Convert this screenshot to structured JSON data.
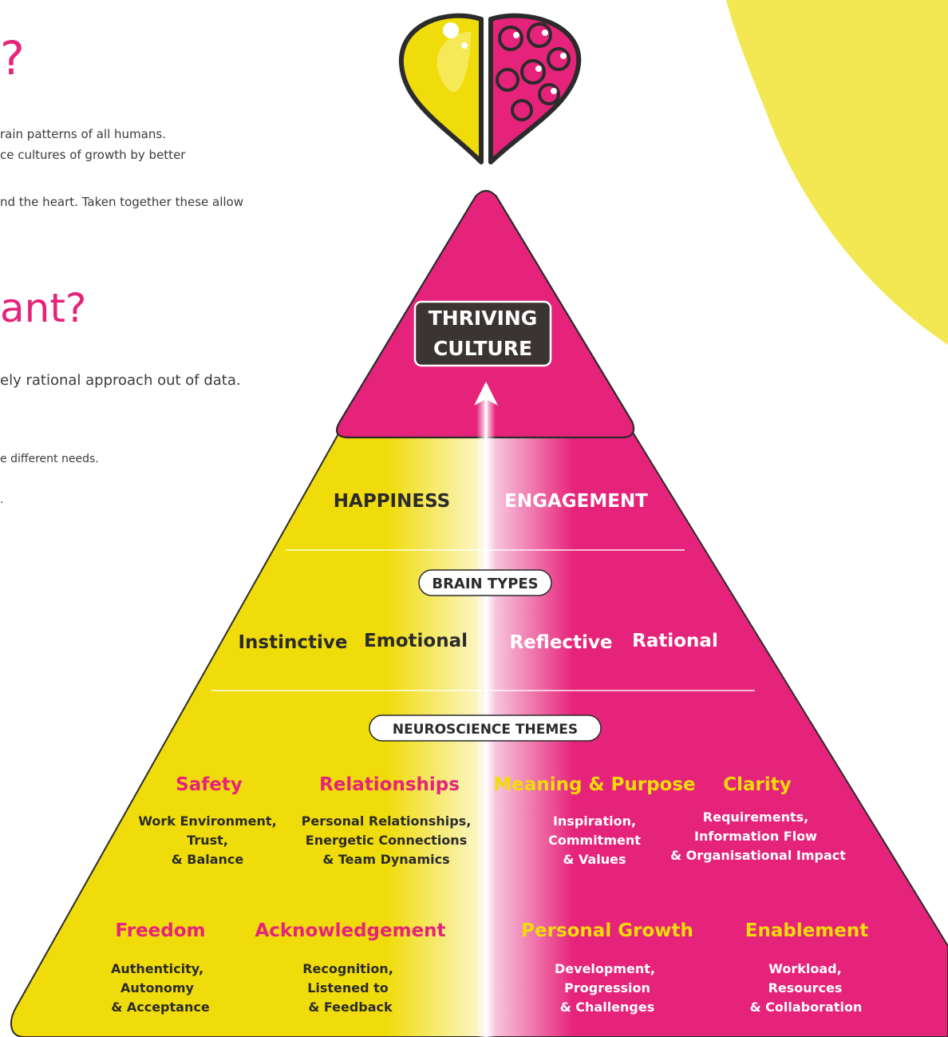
{
  "left_panel": {
    "heading_1": "?",
    "paragraph_1_lines": [
      "rain patterns of all humans.",
      "ce cultures of growth by better",
      "nd the heart. Taken together these allow"
    ],
    "heading_2": "ant?",
    "paragraph_2_line": "ely rational approach out of data.",
    "paragraph_3_line": "e different needs.",
    "paragraph_4_line": "."
  },
  "pyramid": {
    "apex": {
      "label_line_1": "THRIVING",
      "label_line_2": "CULTURE"
    },
    "level_1": {
      "left": "HAPPINESS",
      "right": "ENGAGEMENT"
    },
    "level_2": {
      "pill": "BRAIN TYPES",
      "types": [
        "Instinctive",
        "Emotional",
        "Reflective",
        "Rational"
      ]
    },
    "level_3": {
      "pill": "NEUROSCIENCE THEMES",
      "themes": [
        {
          "title": "Safety",
          "lines": [
            "Work Environment,",
            "Trust,",
            "& Balance"
          ]
        },
        {
          "title": "Relationships",
          "lines": [
            "Personal Relationships,",
            "Energetic Connections",
            "& Team Dynamics"
          ]
        },
        {
          "title": "Meaning & Purpose",
          "lines": [
            "Inspiration,",
            "Commitment",
            "& Values"
          ]
        },
        {
          "title": "Clarity",
          "lines": [
            "Requirements,",
            "Information Flow",
            "& Organisational Impact"
          ]
        },
        {
          "title": "Freedom",
          "lines": [
            "Authenticity,",
            "Autonomy",
            "& Acceptance"
          ]
        },
        {
          "title": "Acknowledgement",
          "lines": [
            "Recognition,",
            "Listened to",
            "& Feedback"
          ]
        },
        {
          "title": "Personal Growth",
          "lines": [
            "Development,",
            "Progression",
            "& Challenges"
          ]
        },
        {
          "title": "Enablement",
          "lines": [
            "Workload,",
            "Resources",
            "& Collaboration"
          ]
        }
      ]
    }
  },
  "colors": {
    "yellow": "#f0dc0a",
    "magenta": "#e6237a",
    "pale_yellow": "#f3e852",
    "dark": "#2b2b2b",
    "text_gray": "#3b3b3b"
  },
  "icons": [
    "heart-brain-icon",
    "upward-arrow-icon"
  ]
}
